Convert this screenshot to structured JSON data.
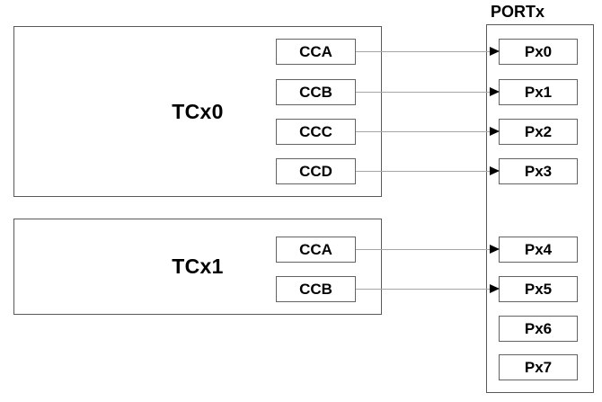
{
  "port": {
    "label": "PORTx",
    "pins": [
      {
        "label": "Px0"
      },
      {
        "label": "Px1"
      },
      {
        "label": "Px2"
      },
      {
        "label": "Px3"
      },
      {
        "label": "Px4"
      },
      {
        "label": "Px5"
      },
      {
        "label": "Px6"
      },
      {
        "label": "Px7"
      }
    ]
  },
  "timers": [
    {
      "label": "TCx0",
      "channels": [
        {
          "label": "CCA"
        },
        {
          "label": "CCB"
        },
        {
          "label": "CCC"
        },
        {
          "label": "CCD"
        }
      ]
    },
    {
      "label": "TCx1",
      "channels": [
        {
          "label": "CCA"
        },
        {
          "label": "CCB"
        }
      ]
    }
  ],
  "connections": [
    {
      "from": "TCx0.CCA",
      "to": "Px0"
    },
    {
      "from": "TCx0.CCB",
      "to": "Px1"
    },
    {
      "from": "TCx0.CCC",
      "to": "Px2"
    },
    {
      "from": "TCx0.CCD",
      "to": "Px3"
    },
    {
      "from": "TCx1.CCA",
      "to": "Px4"
    },
    {
      "from": "TCx1.CCB",
      "to": "Px5"
    }
  ],
  "colors": {
    "background": "#ffffff",
    "box_border": "#595959",
    "cell_border": "#636363",
    "wire": "#a6a6a6",
    "arrow": "#000000",
    "text": "#000000"
  }
}
